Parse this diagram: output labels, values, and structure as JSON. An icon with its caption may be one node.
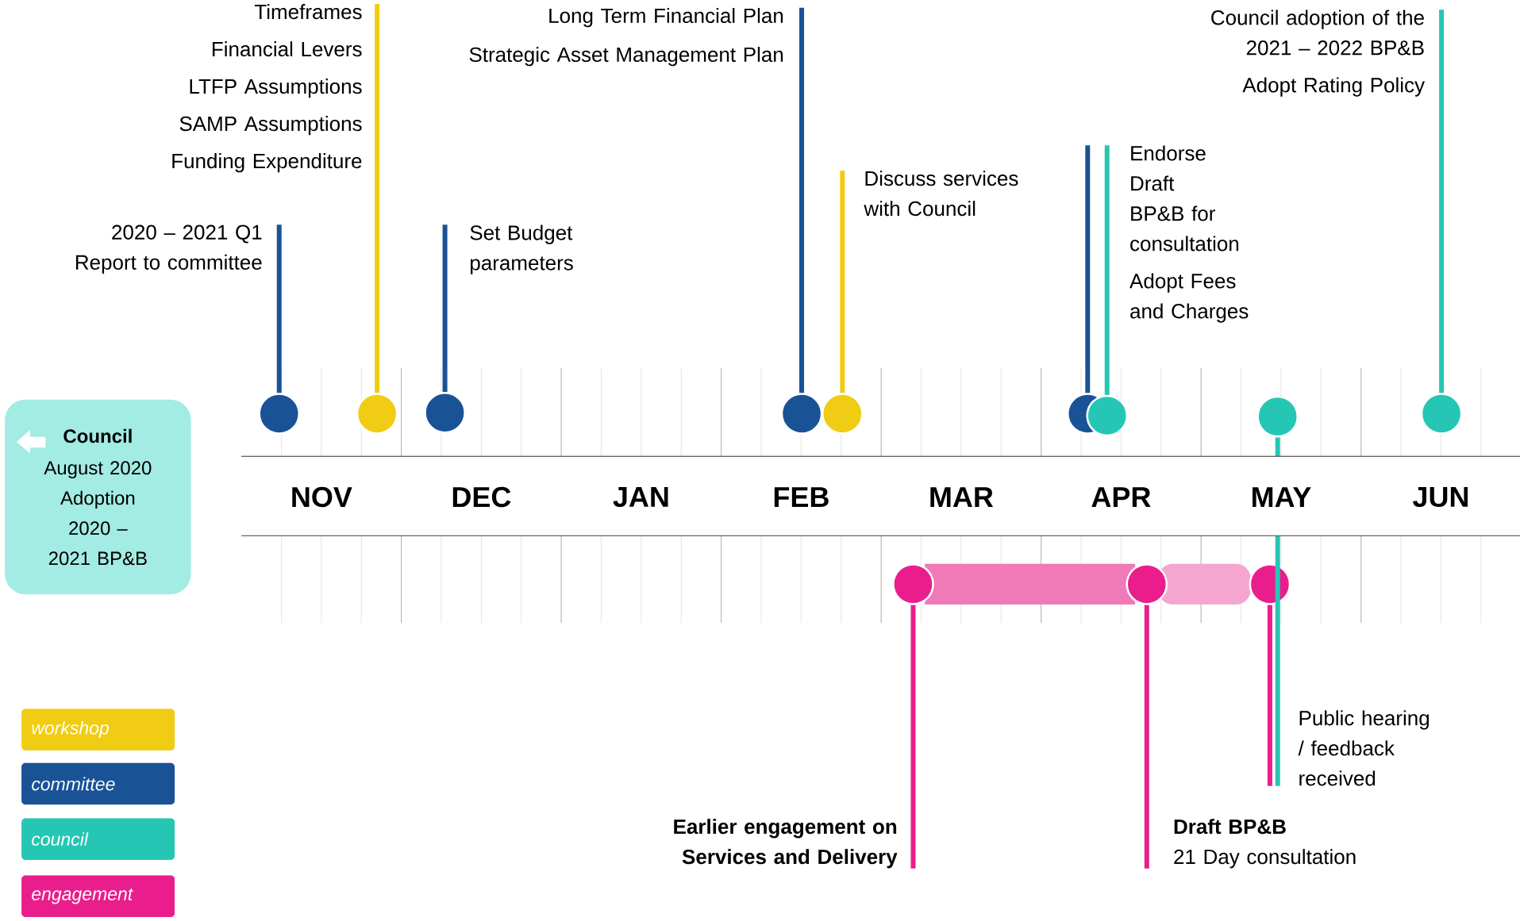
{
  "diagram": {
    "nodes": [
      {
        "text": [
          "Council",
          "August 2020 Adoption 2020 – 2021 BP&B"
        ]
      },
      {
        "text": [
          "Timeframes",
          "Financial Levers",
          "LTFP Assumptions",
          "SAMP Assumptions",
          "Funding Expenditure"
        ]
      },
      {
        "text": [
          "2020 – 2021 Q1 Report to committee"
        ]
      },
      {
        "text": [
          "Set Budget parameters"
        ]
      },
      {
        "text": [
          "Long Term Financial Plan",
          "Strategic Asset Management Plan"
        ]
      },
      {
        "text": [
          "Discuss services with Council"
        ]
      },
      {
        "text": [
          "Endorse Draft BP&B for consultation",
          "Adopt Fees and Charges"
        ]
      },
      {
        "text": [
          "Council adoption of the 2021 – 2022 BP&B",
          "Adopt Rating Policy"
        ]
      },
      {
        "text": [
          "Public hearing / feedback received"
        ]
      },
      {
        "text": [
          "Earlier engagement on Services and Delivery"
        ]
      },
      {
        "text": [
          "Draft BP&B",
          "21 Day consultation"
        ]
      },
      {
        "text": [],
        "shape": "circle"
      },
      {
        "text": [],
        "shape": "circle"
      },
      {
        "text": [],
        "shape": "circle"
      },
      {
        "text": [],
        "shape": "circle"
      },
      {
        "text": [],
        "shape": "circle"
      },
      {
        "text": [],
        "shape": "circle"
      },
      {
        "text": [],
        "shape": "circle"
      },
      {
        "text": [],
        "shape": "circle"
      },
      {
        "text": [],
        "shape": "circle"
      },
      {
        "text": [],
        "shape": "circle"
      },
      {
        "text": [],
        "shape": "circle"
      },
      {
        "text": [],
        "shape": "circle"
      },
      {
        "text": [],
        "shape": "bar"
      },
      {
        "text": [],
        "shape": "bar"
      }
    ],
    "edges": [
      {
        "from": 2,
        "to": 11,
        "arrow": "none",
        "color": "#1a5296"
      },
      {
        "from": 1,
        "to": 12,
        "arrow": "none",
        "color": "#f0cd14"
      },
      {
        "from": 3,
        "to": 13,
        "arrow": "none",
        "color": "#1a5296"
      },
      {
        "from": 4,
        "to": 14,
        "arrow": "none",
        "color": "#1a5296"
      },
      {
        "from": 5,
        "to": 15,
        "arrow": "none",
        "color": "#f0cd14"
      },
      {
        "from": 6,
        "to": 16,
        "arrow": "none",
        "color": "#1a5296"
      },
      {
        "from": 6,
        "to": 17,
        "arrow": "none",
        "color": "#26c6b4"
      },
      {
        "from": 8,
        "to": 18,
        "arrow": "none",
        "color": "#26c6b4"
      },
      {
        "from": 7,
        "to": 19,
        "arrow": "none",
        "color": "#26c6b4"
      },
      {
        "from": 9,
        "to": 20,
        "arrow": "none",
        "color": "#e91e8c"
      },
      {
        "from": 10,
        "to": 21,
        "arrow": "none",
        "color": "#e91e8c"
      },
      {
        "from": 8,
        "to": 22,
        "arrow": "none",
        "color": "#e91e8c"
      }
    ],
    "labels": [
      "NOV",
      "DEC",
      "JAN",
      "FEB",
      "MAR",
      "APR",
      "MAY",
      "JUN"
    ],
    "legend": [
      {
        "text": "workshop",
        "color": "#f0cd14"
      },
      {
        "text": "committee",
        "color": "#1a5296"
      },
      {
        "text": "council",
        "color": "#26c6b4"
      },
      {
        "text": "engagement",
        "color": "#e91e8c"
      }
    ]
  }
}
